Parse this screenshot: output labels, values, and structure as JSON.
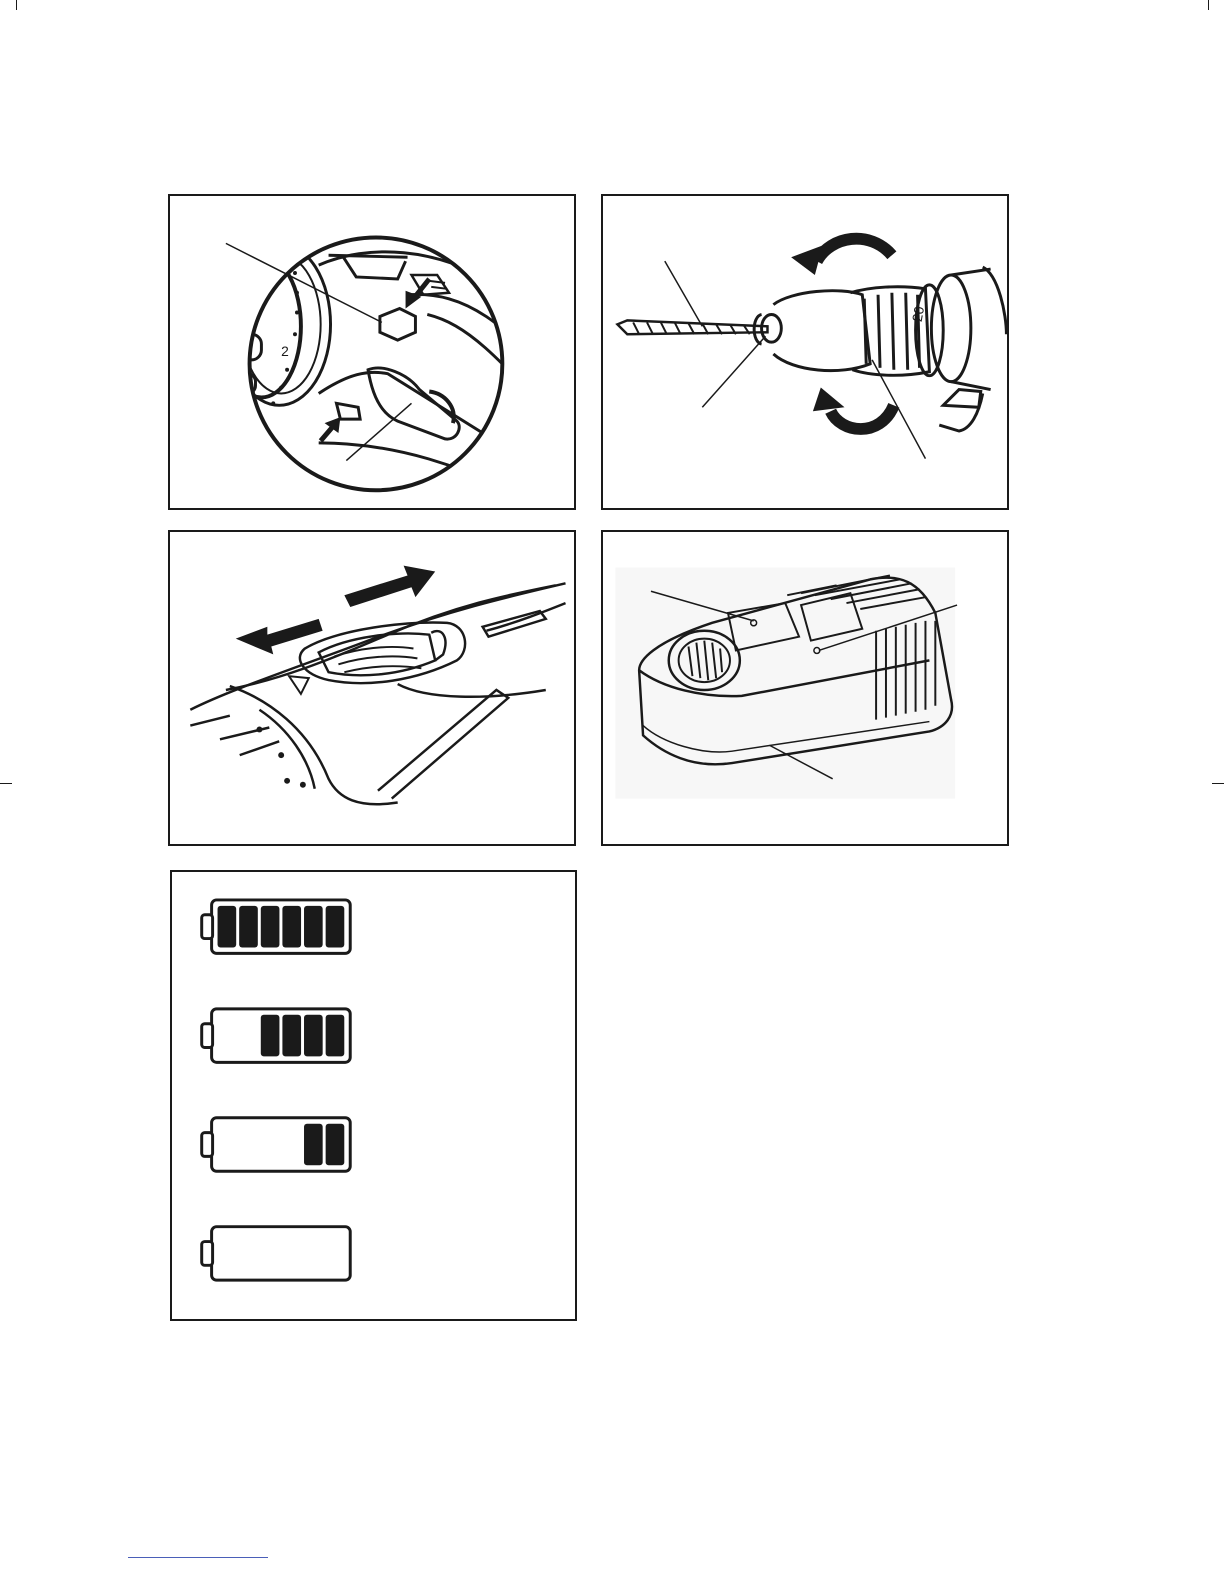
{
  "page": {
    "figures": [
      {
        "name": "fig-lock-button",
        "dial_number": "2"
      },
      {
        "name": "fig-chuck-drill-bit",
        "dial_number": "20"
      },
      {
        "name": "fig-direction-switch"
      },
      {
        "name": "fig-charger"
      },
      {
        "name": "fig-battery-levels",
        "levels": [
          {
            "bars": 6,
            "max": 6
          },
          {
            "bars": 4,
            "max": 6
          },
          {
            "bars": 2,
            "max": 6
          },
          {
            "bars": 0,
            "max": 6
          }
        ]
      }
    ]
  },
  "colors": {
    "ink": "#1a1a1a",
    "paper": "#ffffff",
    "footer_rule": "#4a5fb8"
  }
}
